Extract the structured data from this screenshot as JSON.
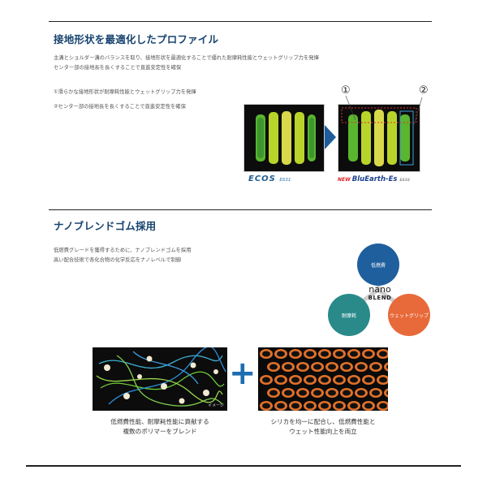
{
  "section1": {
    "title": "接地形状を最適化したプロファイル",
    "desc_lines": [
      "主溝とショルダー溝のバランスを取り、接地形状を最適化することで優れた耐摩耗性能とウェットグリップ力を発揮",
      "センター部の接地長を長くすることで直進安定性を確保"
    ],
    "points": [
      "①滑らかな接地形状が耐摩耗性能とウェットグリップ力を発揮",
      "②センター部の接地長を長くすることで直進安定性を確保"
    ],
    "markers": [
      "①",
      "②"
    ],
    "brand_left": "ECOS",
    "brand_left_sub": "ES31",
    "brand_right_new": "NEW",
    "brand_right": "BluEarth-Es",
    "brand_right_sub": "ES32"
  },
  "section2": {
    "title": "ナノブレンドゴム採用",
    "desc_lines": [
      "低燃費グレードを獲得するために、ナノブレンドゴムを採用",
      "高い配合技術で各化合物の化学反応をナノレベルで制御"
    ],
    "venn": {
      "top": "低燃費",
      "left": "耐摩耗",
      "right": "ウェットグリップ",
      "center_line1": "nano",
      "center_line2": "BLEND",
      "colors": {
        "top": "#1f5f9e",
        "left": "#2a8a8a",
        "right": "#e8693a"
      }
    },
    "image_label": "イメージ",
    "caption_left": [
      "低燃費性能、耐摩耗性能に貢献する",
      "複数のポリマーをブレンド"
    ],
    "caption_right": [
      "シリカを均一に配合し、低燃費性能と",
      "ウェット性能向上を両立"
    ],
    "plus": "+"
  }
}
